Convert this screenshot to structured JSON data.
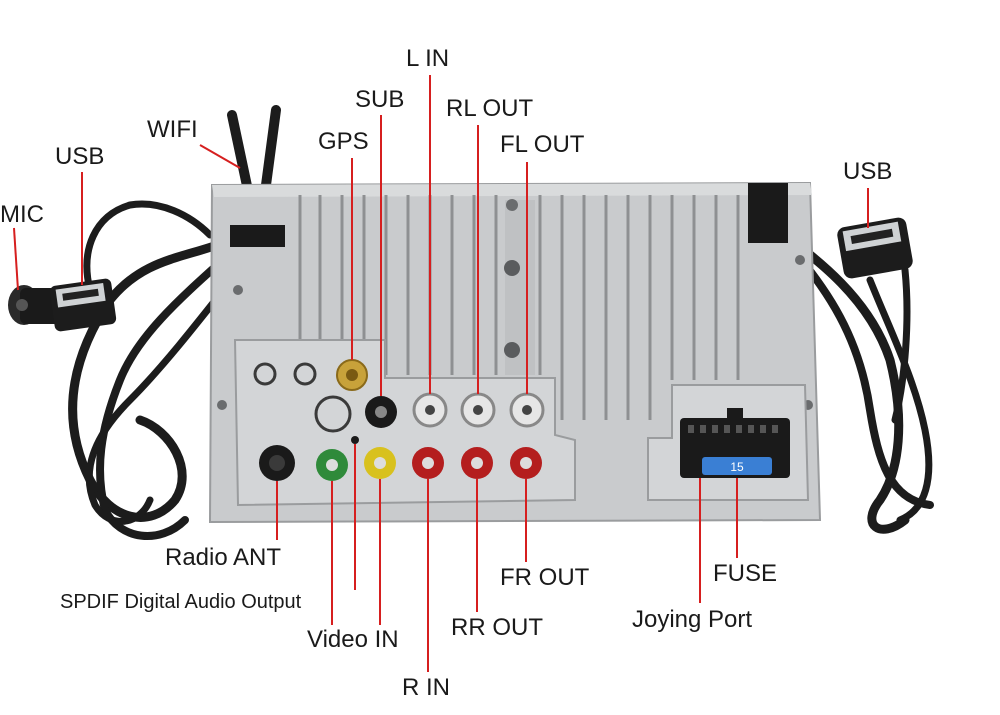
{
  "labels": {
    "mic": "MIC",
    "usb_left": "USB",
    "wifi": "WIFI",
    "gps": "GPS",
    "sub": "SUB",
    "l_in": "L IN",
    "rl_out": "RL OUT",
    "fl_out": "FL OUT",
    "usb_right": "USB",
    "radio_ant": "Radio ANT",
    "spdif": "SPDIF Digital Audio Output",
    "video_in": "Video IN",
    "r_in": "R IN",
    "rr_out": "RR OUT",
    "fr_out": "FR OUT",
    "fuse": "FUSE",
    "joying_port": "Joying Port"
  },
  "fuse_value": "15",
  "colors": {
    "leader": "#d61f1f",
    "chassis": "#c9cbcd",
    "cable": "#1c1c1c",
    "rca_red": "#b41e1e",
    "rca_white": "#e6e6e6",
    "rca_green": "#2f8a3a",
    "rca_yellow": "#d8c11e",
    "fuse_blue": "#3a7fd4"
  }
}
